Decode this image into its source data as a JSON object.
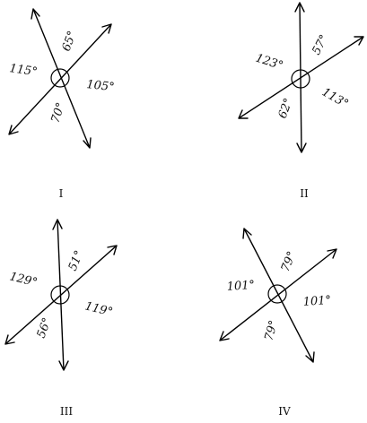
{
  "figures": [
    {
      "label": "I",
      "angles": {
        "top": "65°",
        "left": "115°",
        "right": "105°",
        "bottom": "70°"
      }
    },
    {
      "label": "II",
      "angles": {
        "top": "57°",
        "left": "123°",
        "right": "113°",
        "bottom": "62°"
      }
    },
    {
      "label": "III",
      "angles": {
        "top": "51°",
        "left": "129°",
        "right": "119°",
        "bottom": "56°"
      }
    },
    {
      "label": "IV",
      "angles": {
        "top": "79°",
        "left": "101°",
        "right": "101°",
        "bottom": "79°"
      }
    }
  ]
}
